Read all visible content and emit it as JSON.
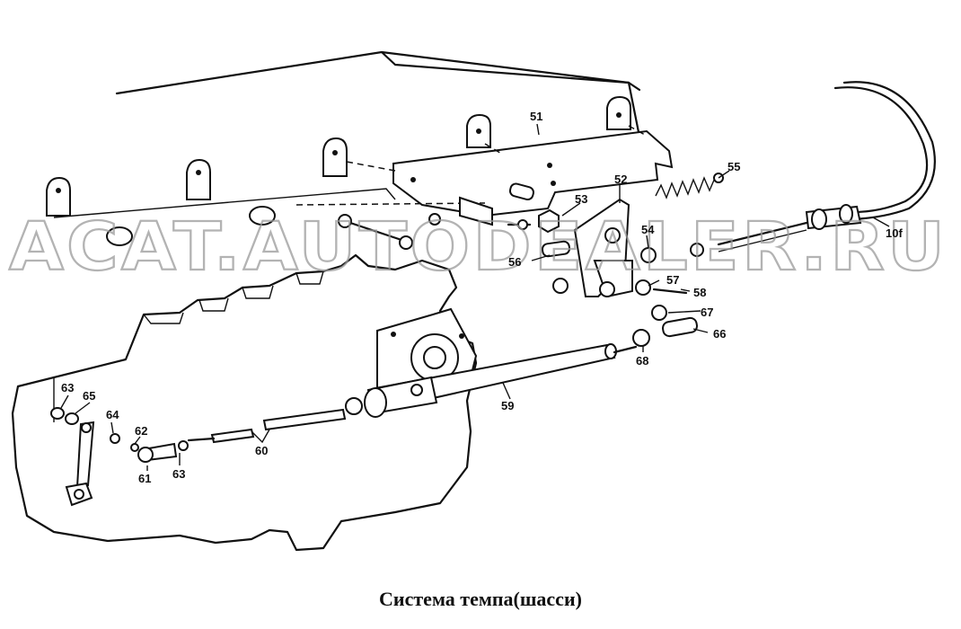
{
  "caption": "Система темпа(шасси)",
  "watermark": "ACAT.AUTODEALER.RU",
  "part_labels": {
    "p51": "51",
    "p52": "52",
    "p53": "53",
    "p54": "54",
    "p55": "55",
    "p56": "56",
    "p57": "57",
    "p58": "58",
    "p59": "59",
    "p60": "60",
    "p61": "61",
    "p62": "62",
    "p63a": "63",
    "p63b": "63",
    "p64": "64",
    "p65": "65",
    "p66": "66",
    "p67": "67",
    "p68": "68",
    "p10f": "10f"
  },
  "colors": {
    "ink": "#111111",
    "watermark": "#9a9a9a",
    "background": "#ffffff"
  }
}
